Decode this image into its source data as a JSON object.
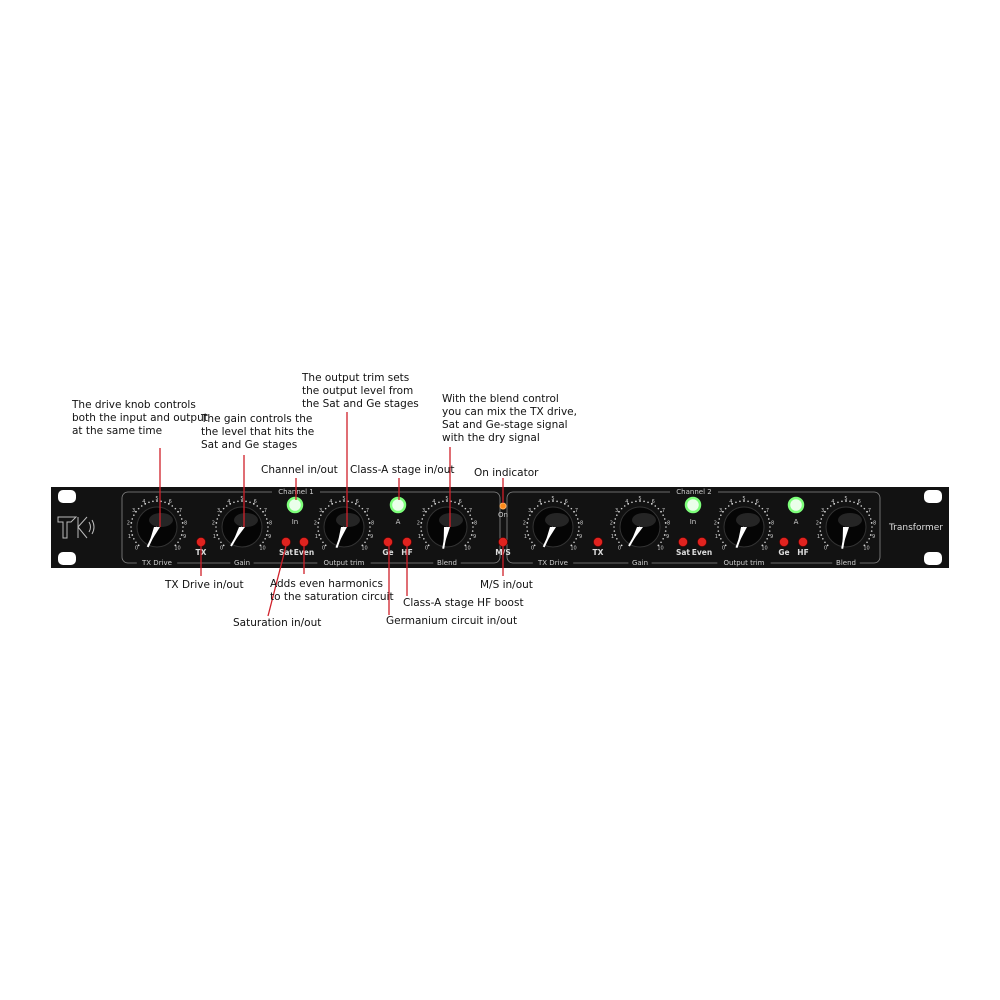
{
  "device": {
    "logo": "TK",
    "model": "Transformer",
    "channels": [
      {
        "label": "Channel 1"
      },
      {
        "label": "Channel 2"
      }
    ],
    "knob_labels": [
      "TX Drive",
      "Gain",
      "Output trim",
      "Blend"
    ],
    "scale": [
      "0",
      "1",
      "2",
      "3",
      "4",
      "5",
      "6",
      "7",
      "8",
      "9",
      "10"
    ],
    "button_labels": {
      "tx": "TX",
      "sat": "Sat",
      "even": "Even",
      "ge": "Ge",
      "hf": "HF",
      "ms": "M/S"
    },
    "led_labels": {
      "in": "In",
      "a": "A",
      "on": "On"
    },
    "colors": {
      "panel": "#111111",
      "button": "#e0231f",
      "led_green": "#7dff7a",
      "led_on": "#ff8a1a",
      "leader": "#d0202a"
    }
  },
  "annotations": {
    "drive": [
      "The drive knob controls",
      "both the input and output",
      "at the same time"
    ],
    "gain": [
      "The gain controls the",
      "the level that hits the",
      "Sat and Ge stages"
    ],
    "channel_inout": [
      "Channel in/out"
    ],
    "output_trim": [
      "The output trim sets",
      "the output level from",
      "the Sat and Ge stages"
    ],
    "class_a": [
      "Class-A stage in/out"
    ],
    "blend": [
      "With the blend control",
      "you can mix the TX drive,",
      "Sat and Ge-stage signal",
      "with the dry signal"
    ],
    "on": [
      "On indicator"
    ],
    "tx": [
      "TX Drive in/out"
    ],
    "even": [
      "Adds even harmonics",
      "to the saturation circuit"
    ],
    "sat": [
      "Saturation in/out"
    ],
    "hf": [
      "Class-A stage HF boost"
    ],
    "ge": [
      "Germanium circuit in/out"
    ],
    "ms": [
      "M/S in/out"
    ]
  }
}
